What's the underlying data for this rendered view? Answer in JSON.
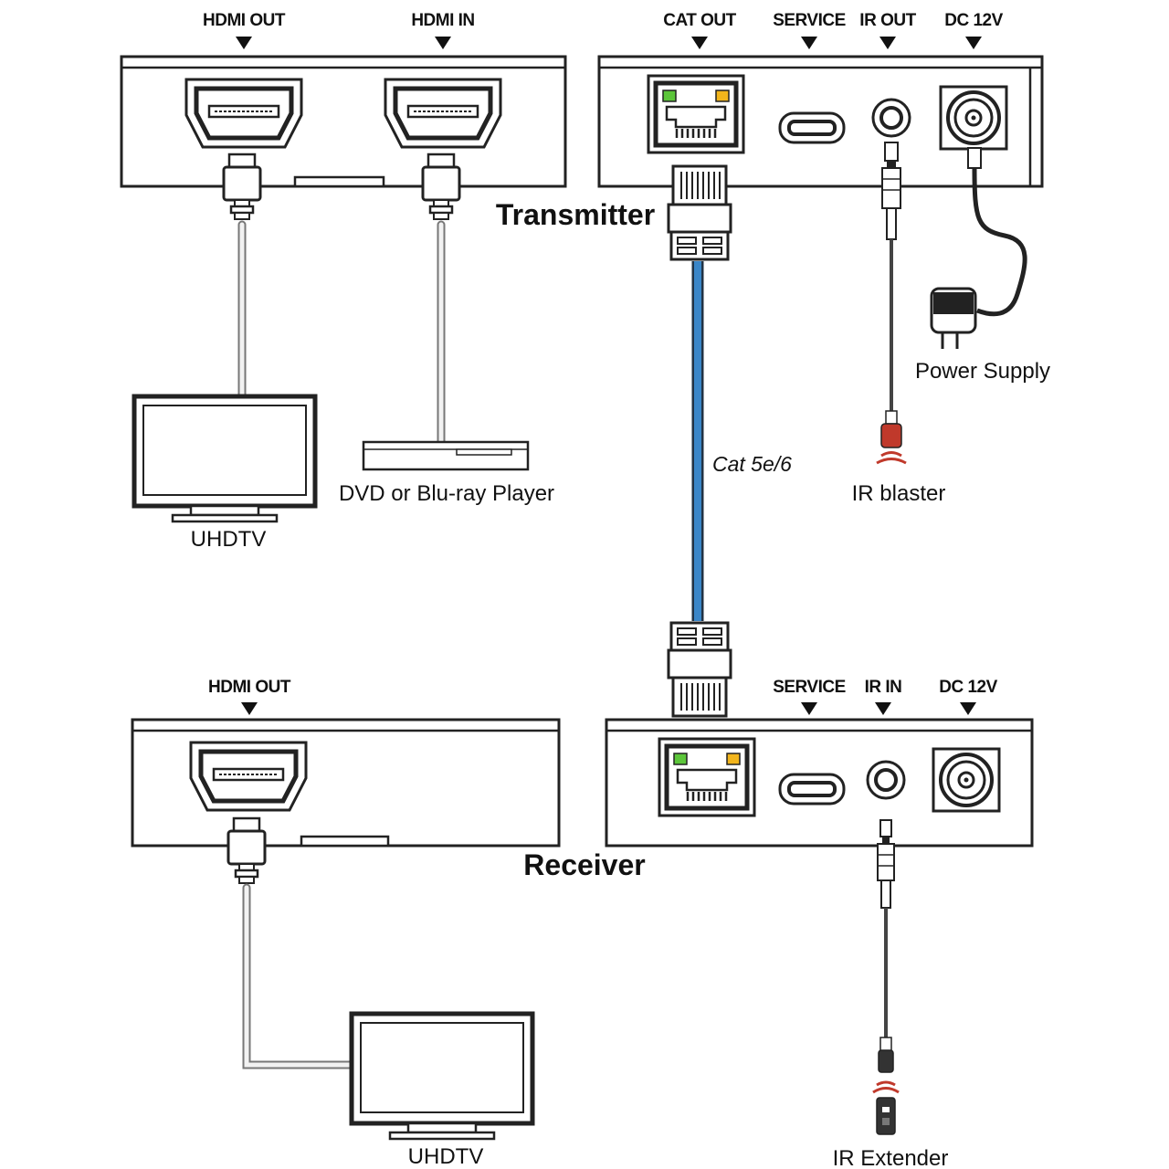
{
  "transmitter": {
    "title": "Transmitter",
    "left_ports": [
      "HDMI OUT",
      "HDMI IN"
    ],
    "right_ports": [
      "CAT OUT",
      "SERVICE",
      "IR OUT",
      "DC 12V"
    ]
  },
  "receiver": {
    "title": "Receiver",
    "left_ports": [
      "HDMI OUT"
    ],
    "right_ports": [
      "SERVICE",
      "IR IN",
      "DC 12V"
    ]
  },
  "devices": {
    "tx_tv": "UHDTV",
    "player": "DVD or Blu-ray Player",
    "power_supply": "Power Supply",
    "ir_blaster": "IR blaster",
    "rx_tv": "UHDTV",
    "ir_extender": "IR Extender"
  },
  "cable": {
    "label": "Cat 5e/6",
    "color": "#3a86c8"
  },
  "colors": {
    "led_green": "#5cc63a",
    "led_yellow": "#f2b51c",
    "ir_red": "#c0392b"
  }
}
